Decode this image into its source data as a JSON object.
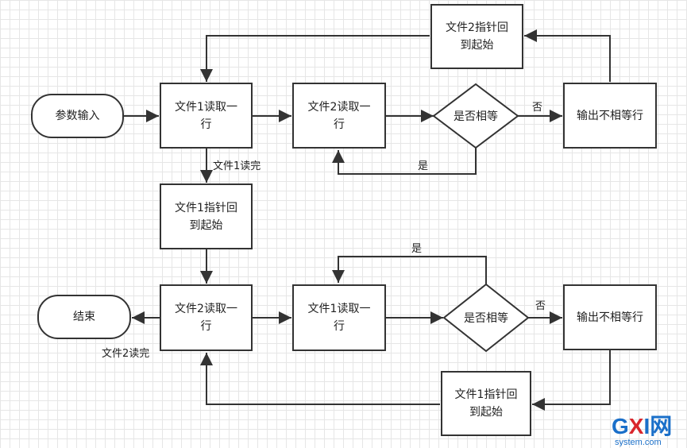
{
  "nodes": {
    "param_input": "参数输入",
    "f1_read_a": "文件1读取一\n行",
    "f2_read_a": "文件2读取一\n行",
    "cmp_a": "是否相等",
    "out_neq_a": "输出不相等行",
    "f2_reset_a": "文件2指针回\n到起始",
    "f1_reset_a": "文件1指针回\n到起始",
    "end": "结束",
    "f2_read_b": "文件2读取一\n行",
    "f1_read_b": "文件1读取一\n行",
    "cmp_b": "是否相等",
    "out_neq_b": "输出不相等行",
    "f1_reset_b": "文件1指针回\n到起始"
  },
  "labels": {
    "no_a": "否",
    "yes_a": "是",
    "f1_done": "文件1读完",
    "yes_b": "是",
    "no_b": "否",
    "f2_done": "文件2读完"
  },
  "watermark": {
    "text": "GXI网",
    "domain": "system.com",
    "colors": {
      "blue": "#1a6fc9",
      "red": "#d9262c"
    }
  },
  "colors": {
    "stroke": "#333333",
    "grid": "#e6e6e6"
  }
}
